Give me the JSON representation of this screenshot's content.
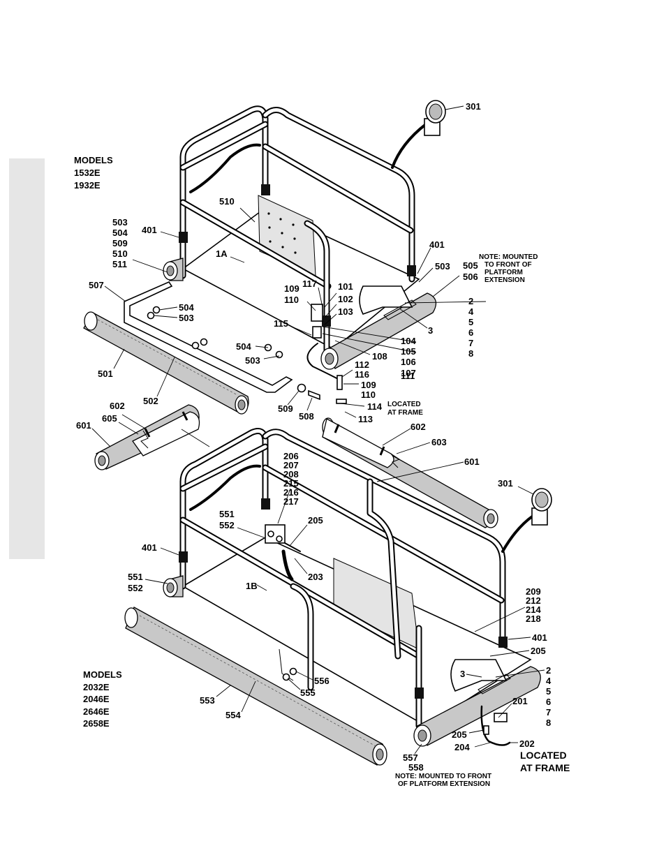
{
  "top_models": {
    "heading": "MODELS",
    "m1": "1532E",
    "m2": "1932E"
  },
  "bottom_models": {
    "heading": "MODELS",
    "m1": "2032E",
    "m2": "2046E",
    "m3": "2646E",
    "m4": "2658E"
  },
  "top_note": {
    "l1": "NOTE: MOUNTED",
    "l2": "TO FRONT OF",
    "l3": "PLATFORM",
    "l4": "EXTENSION"
  },
  "bottom_note": {
    "l1": "NOTE: MOUNTED TO FRONT",
    "l2": "OF PLATFORM EXTENSION"
  },
  "located_small": {
    "l1": "LOCATED",
    "l2": "AT FRAME"
  },
  "located_large": {
    "l1": "LOCATED",
    "l2": "AT FRAME"
  },
  "top_callouts": {
    "c301": "301",
    "c510": "510",
    "c503": "503",
    "c504": "504",
    "c509": "509",
    "c510b": "510",
    "c511": "511",
    "c401a": "401",
    "c401b": "401",
    "c1A": "1A",
    "c503b": "503",
    "c505": "505",
    "c506": "506",
    "c507": "507",
    "c504b": "504",
    "c503c": "503",
    "c109": "109",
    "c110": "110",
    "c117": "117",
    "c101": "101",
    "c102": "102",
    "c103": "103",
    "c115": "115",
    "c2": "2",
    "c4": "4",
    "c5": "5",
    "c6": "6",
    "c7": "7",
    "c8": "8",
    "c3": "3",
    "c104": "104",
    "c105": "105",
    "c106": "106",
    "c107": "107",
    "c111": "111",
    "c108": "108",
    "c504c": "504",
    "c503d": "503",
    "c501": "501",
    "c502": "502",
    "c112": "112",
    "c116": "116",
    "c109b": "109",
    "c110b": "110",
    "c114": "114",
    "c113": "113",
    "c509b": "509",
    "c508": "508",
    "c602": "602",
    "c605": "605",
    "c601": "601"
  },
  "bottom_callouts": {
    "c602": "602",
    "c603": "603",
    "c601": "601",
    "c301": "301",
    "c206": "206",
    "c207": "207",
    "c208": "208",
    "c215": "215",
    "c216": "216",
    "c217": "217",
    "c551": "551",
    "c552": "552",
    "c205": "205",
    "c401": "401",
    "c203": "203",
    "c551b": "551",
    "c552b": "552",
    "c1B": "1B",
    "c209": "209",
    "c212": "212",
    "c214": "214",
    "c218": "218",
    "c401b": "401",
    "c205b": "205",
    "c2": "2",
    "c4": "4",
    "c5": "5",
    "c6": "6",
    "c7": "7",
    "c8": "8",
    "c3": "3",
    "c556": "556",
    "c555": "555",
    "c553": "553",
    "c554": "554",
    "c201": "201",
    "c205c": "205",
    "c202": "202",
    "c204": "204",
    "c557": "557",
    "c558": "558"
  }
}
